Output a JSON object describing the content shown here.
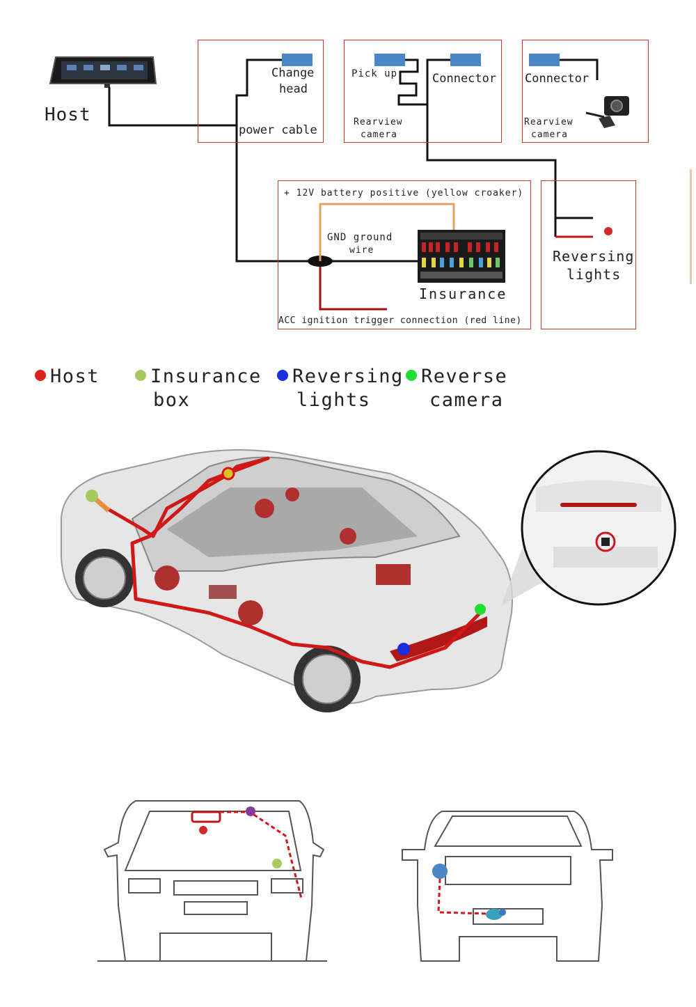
{
  "diagram": {
    "host_label": "Host",
    "box1": {
      "top_label_line1": "Change",
      "top_label_line2": "head",
      "bottom_label": "power cable"
    },
    "box2": {
      "left_label": "Pick up",
      "right_label": "Connector",
      "bottom_label_line1": "Rearview",
      "bottom_label_line2": "camera"
    },
    "box3": {
      "top_label": "Connector",
      "bottom_label_line1": "Rearview",
      "bottom_label_line2": "camera"
    },
    "box4": {
      "top_label": "+ 12V battery positive (yellow croaker)",
      "ground_line1": "GND ground",
      "ground_line2": "wire",
      "fuse_label": "Insurance",
      "bottom_label": "ACC ignition trigger connection (red line)"
    },
    "box5": {
      "label_line1": "Reversing",
      "label_line2": "lights"
    }
  },
  "legend": [
    {
      "line1": "Host",
      "line2": "",
      "color": "#e0201c"
    },
    {
      "line1": "Insurance",
      "line2": "box",
      "color": "#a8c860"
    },
    {
      "line1": "Reversing",
      "line2": "lights",
      "color": "#1a2ee0"
    },
    {
      "line1": "Reverse",
      "line2": "camera",
      "color": "#22dd33"
    }
  ],
  "colors": {
    "box_border": "#c0392b",
    "wire": "#111111",
    "connector": "#4a86c8",
    "red_wire": "#a01010",
    "orange_wire": "#e0a060"
  }
}
